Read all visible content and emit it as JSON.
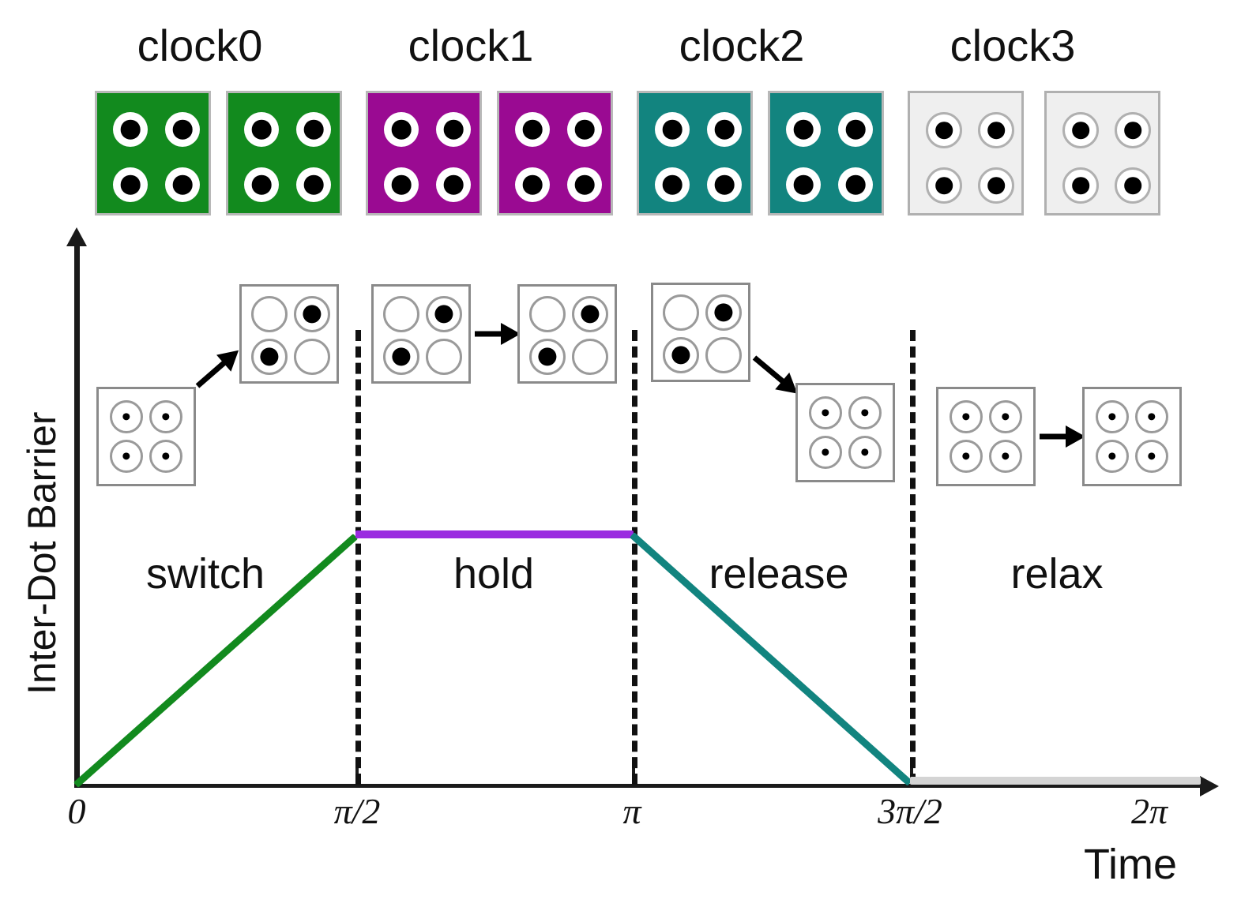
{
  "chart_data": {
    "type": "line",
    "title": "",
    "xlabel": "Time",
    "ylabel": "Inter-Dot Barrier",
    "xticklabels": [
      "0",
      "π/2",
      "π",
      "3π/2",
      "2π"
    ],
    "xtickvalues": [
      0,
      1.5708,
      3.1416,
      4.7124,
      6.2832
    ],
    "xlim": [
      0,
      6.2832
    ],
    "ylim": [
      0,
      1
    ],
    "grid": false,
    "legend": "none",
    "annotations": [
      "switch",
      "hold",
      "release",
      "relax"
    ],
    "series": [
      {
        "name": "switch",
        "color": "#128A1E",
        "x": [
          0,
          1.5708
        ],
        "y": [
          0,
          1
        ]
      },
      {
        "name": "hold",
        "color": "#9A2BE0",
        "x": [
          1.5708,
          3.1416
        ],
        "y": [
          1,
          1
        ]
      },
      {
        "name": "release",
        "color": "#12847F",
        "x": [
          3.1416,
          4.7124
        ],
        "y": [
          1,
          0
        ]
      },
      {
        "name": "relax",
        "color": "#D4D4D4",
        "x": [
          4.7124,
          6.2832
        ],
        "y": [
          0,
          0
        ]
      }
    ]
  },
  "clock_zones": [
    {
      "label": "clock0",
      "color": "#128A1E",
      "border": "#b8b8b8",
      "dot_style": "filled-ring",
      "cells": 2
    },
    {
      "label": "clock1",
      "color": "#9A0A92",
      "border": "#b8b8b8",
      "dot_style": "filled-ring",
      "cells": 2
    },
    {
      "label": "clock2",
      "color": "#12847F",
      "border": "#b8b8b8",
      "dot_style": "filled-ring",
      "cells": 2
    },
    {
      "label": "clock3",
      "color": "#EFEFEF",
      "border": "#b0b0b0",
      "dot_style": "grey-ring",
      "cells": 2
    }
  ],
  "axes": {
    "y_title": "Inter-Dot Barrier",
    "x_title": "Time",
    "ticks": [
      {
        "label": "0"
      },
      {
        "label": "π/2"
      },
      {
        "label": "π"
      },
      {
        "label": "3π/2"
      },
      {
        "label": "2π"
      }
    ]
  },
  "phases": [
    {
      "name": "switch",
      "label": "switch",
      "color": "#128A1E"
    },
    {
      "name": "hold",
      "label": "hold",
      "color": "#9A2BE0"
    },
    {
      "name": "release",
      "label": "release",
      "color": "#12847F"
    },
    {
      "name": "relax",
      "label": "relax",
      "color": "#D4D4D4"
    }
  ],
  "schematic_cells": [
    {
      "id": "switch-null",
      "state": "null",
      "phase": "switch"
    },
    {
      "id": "switch-polarized",
      "state": "polarized-p1",
      "phase": "switch"
    },
    {
      "id": "hold-polarized-a",
      "state": "polarized-p1",
      "phase": "hold"
    },
    {
      "id": "hold-polarized-b",
      "state": "polarized-p1",
      "phase": "hold"
    },
    {
      "id": "release-polarized",
      "state": "polarized-p1",
      "phase": "release"
    },
    {
      "id": "release-null",
      "state": "null",
      "phase": "release"
    },
    {
      "id": "relax-null-a",
      "state": "null",
      "phase": "relax"
    },
    {
      "id": "relax-null-b",
      "state": "null",
      "phase": "relax"
    }
  ],
  "colors": {
    "green": "#128A1E",
    "magenta": "#9A0A92",
    "teal": "#12847F",
    "violet": "#9A2BE0",
    "light_grey": "#EFEFEF",
    "relax_line": "#D4D4D4",
    "axis": "#1a1a1a",
    "text": "#111111"
  }
}
